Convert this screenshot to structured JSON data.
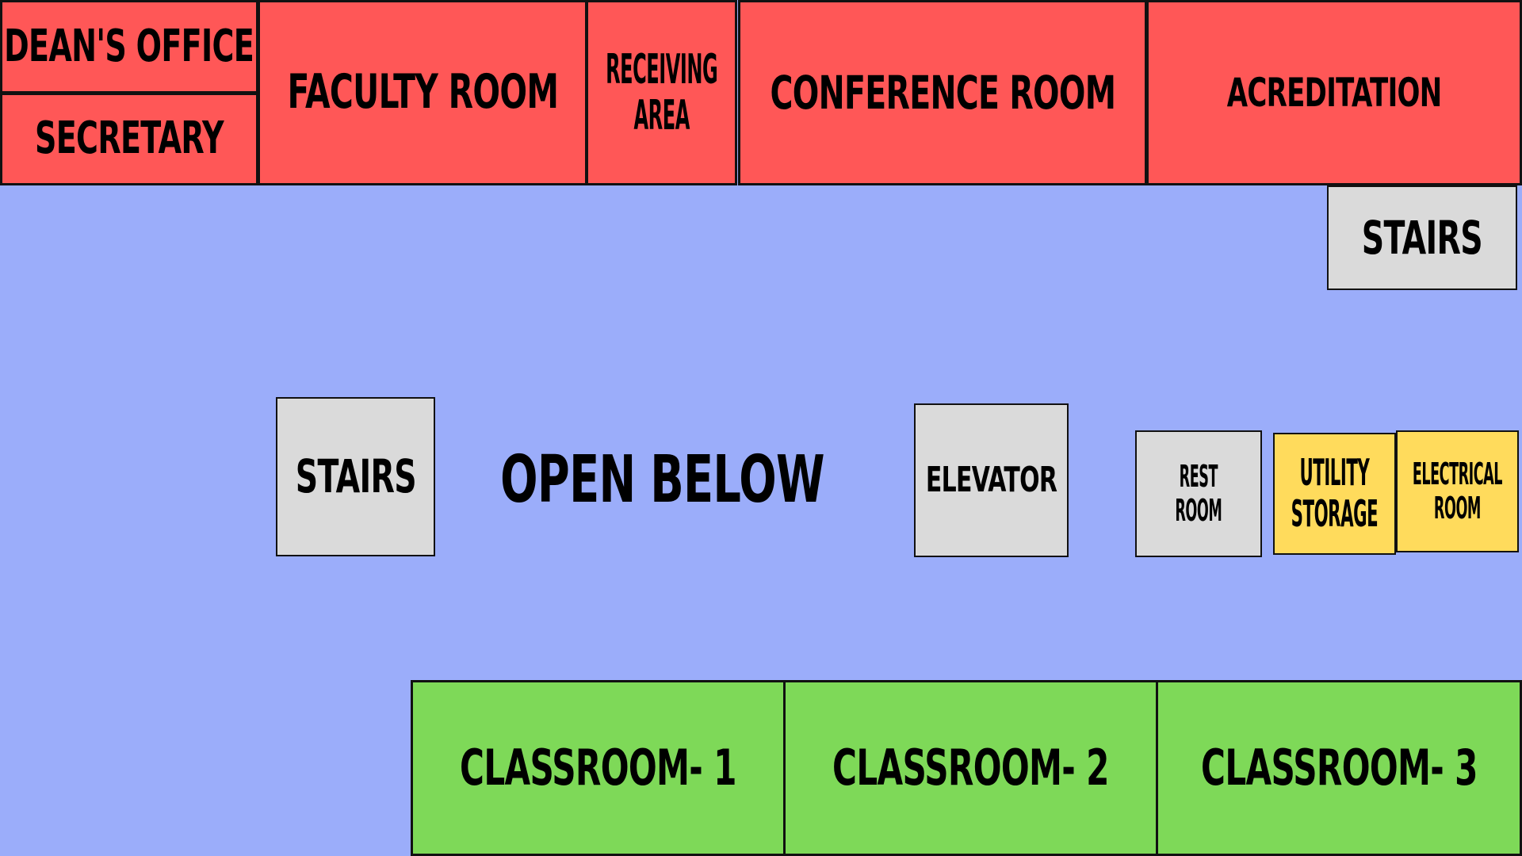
{
  "colors": {
    "floor": "#9BADFA",
    "admin": "#FF5757",
    "service": "#DADADA",
    "utility": "#FFDB5C",
    "classroom": "#7ED958",
    "border": "#111111"
  },
  "rooms": {
    "deans_office": "DEAN'S OFFICE",
    "secretary": "SECRETARY",
    "faculty_room": "FACULTY ROOM",
    "receiving_area": [
      "RECEIVING",
      "AREA"
    ],
    "conference_room": "CONFERENCE ROOM",
    "acreditation": "ACREDITATION",
    "stairs_right": "STAIRS",
    "stairs_left": "STAIRS",
    "open_below": "OPEN BELOW",
    "elevator": "ELEVATOR",
    "rest_room": [
      "REST",
      "ROOM"
    ],
    "utility_storage": [
      "UTILITY",
      "STORAGE"
    ],
    "electrical_room": [
      "ELECTRICAL",
      "ROOM"
    ],
    "classroom_1": "CLASSROOM- 1",
    "classroom_2": "CLASSROOM- 2",
    "classroom_3": "CLASSROOM- 3"
  }
}
